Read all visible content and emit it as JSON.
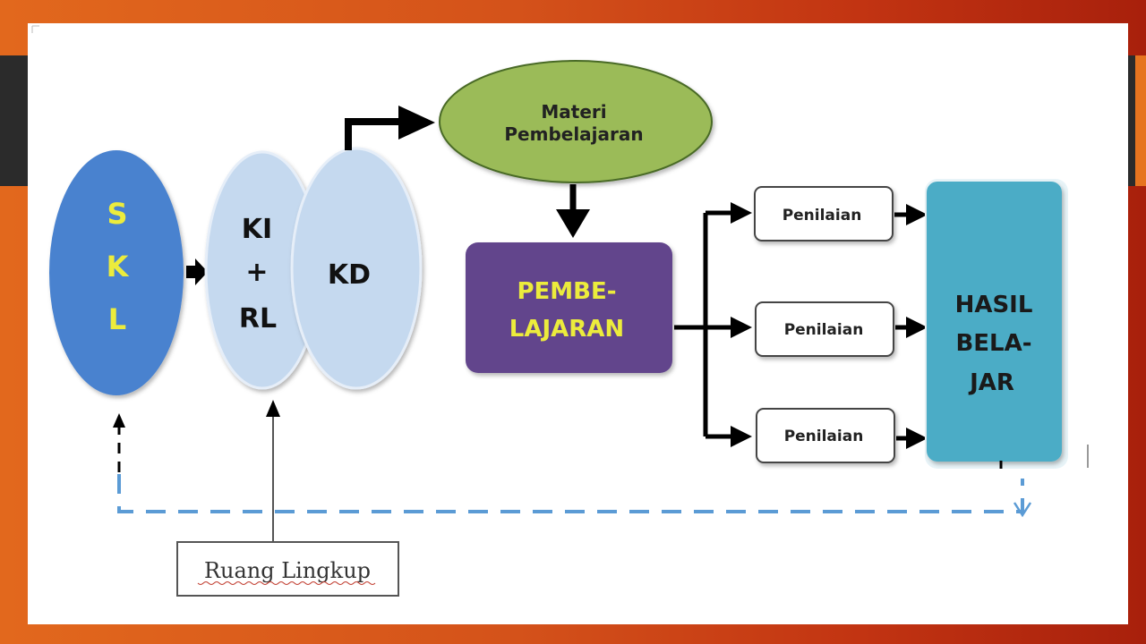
{
  "diagram": {
    "skl": {
      "letters": [
        "S",
        "K",
        "L"
      ]
    },
    "ki_rl": {
      "line1": "KI",
      "line2": "+",
      "line3": "RL"
    },
    "kd": {
      "label": "KD"
    },
    "materi": {
      "line1": "Materi",
      "line2": "Pembelajaran"
    },
    "pembelajaran": {
      "line1": "PEMBE-",
      "line2": "LAJARAN"
    },
    "penilaian": [
      "Penilaian",
      "Penilaian",
      "Penilaian"
    ],
    "hasil": {
      "line1": "HASIL",
      "line2": "BELA-",
      "line3": "JAR"
    },
    "ruang_lingkup": "Ruang Lingkup"
  },
  "colors": {
    "skl_fill": "#4a82cf",
    "skl_text": "#ecec3c",
    "light_oval_fill": "#c5d9ef",
    "materi_fill": "#9bbb59",
    "pembelajaran_fill": "#62458c",
    "pembelajaran_text": "#ecec3c",
    "hasil_fill": "#4bacc6",
    "dashed_line": "#5b9bd5"
  }
}
